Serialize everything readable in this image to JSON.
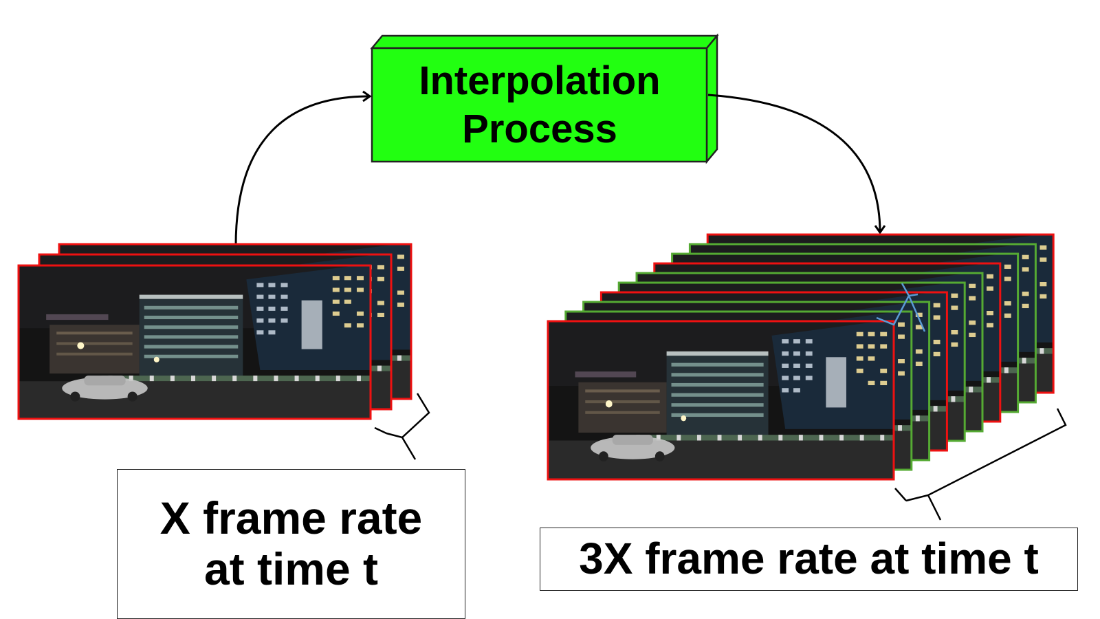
{
  "process_box": {
    "line1": "Interpolation",
    "line2": "Process",
    "fill_color": "#22ff11"
  },
  "left_group": {
    "label_line1": "X frame rate",
    "label_line2": "at time t",
    "frame_count": 3,
    "frame_border_color": "#ee1111"
  },
  "right_group": {
    "label": "3X frame rate at time t",
    "frames": [
      "original",
      "interpolated",
      "interpolated",
      "original",
      "interpolated",
      "interpolated",
      "original",
      "interpolated",
      "interpolated",
      "original"
    ],
    "original_border_color": "#ee1111",
    "interpolated_border_color": "#55aa33"
  }
}
